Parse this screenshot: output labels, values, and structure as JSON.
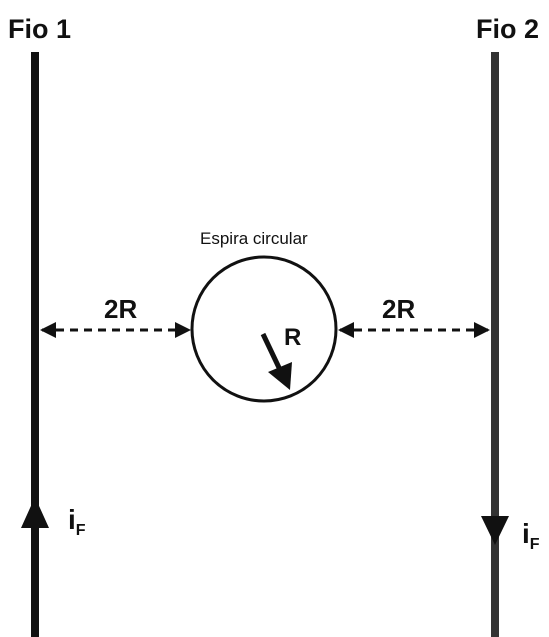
{
  "wires": {
    "wire1": {
      "label": "Fio 1",
      "current_direction": "up"
    },
    "wire2": {
      "label": "Fio 2",
      "current_direction": "down"
    }
  },
  "loop": {
    "label": "Espira circular",
    "radius_label": "R"
  },
  "distances": {
    "left": "2R",
    "right": "2R"
  },
  "current": {
    "symbol": "i",
    "subscript": "F"
  }
}
